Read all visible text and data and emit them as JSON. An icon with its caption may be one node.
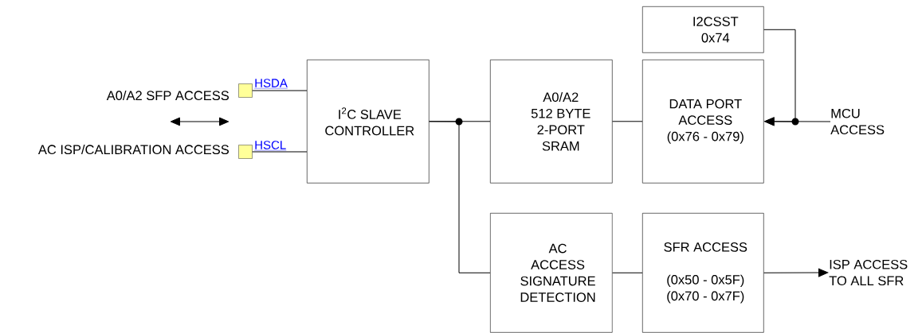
{
  "diagram": {
    "nodes": [
      {
        "text": [],
        "shape": "box"
      },
      {
        "text": [],
        "shape": "box"
      },
      {
        "text": [
          "I$^{2}$C SLAVE CONTROLLER"
        ]
      },
      {
        "text": [
          "A0/A2 512 BYTE 2-PORT SRAM"
        ]
      },
      {
        "text": [
          "I2CSST 0x74"
        ]
      },
      {
        "text": [
          "DATA PORT ACCESS (0x76 - 0x79)"
        ]
      },
      {
        "text": [
          "AC ACCESS SIGNATURE DETECTION"
        ]
      },
      {
        "text": [
          "SFR ACCESS",
          "(0x50 - 0x5F) (0x70 - 0x7F)"
        ]
      },
      {
        "text": [
          "MCU ACCESS"
        ]
      },
      {
        "text": [
          "ISP ACCESS TO ALL SFR"
        ]
      }
    ],
    "edges": [
      {
        "from": 0,
        "to": 2,
        "arrow": "none",
        "label": "HSDA"
      },
      {
        "from": 1,
        "to": 2,
        "arrow": "none",
        "label": "HSCL"
      },
      {
        "from": 2,
        "to": 3,
        "arrow": "none"
      },
      {
        "from": 2,
        "to": 6,
        "arrow": "none"
      },
      {
        "from": 3,
        "to": 5,
        "arrow": "none"
      },
      {
        "from": 6,
        "to": 7,
        "arrow": "none"
      },
      {
        "from": 4,
        "to": 5,
        "arrow": "to"
      },
      {
        "from": 8,
        "to": 5,
        "arrow": "to"
      },
      {
        "from": 7,
        "to": 9,
        "arrow": "to"
      }
    ],
    "labels": [
      "A0/A2 SFP ACCESS",
      "AC ISP/CALIBRATION ACCESS"
    ]
  }
}
